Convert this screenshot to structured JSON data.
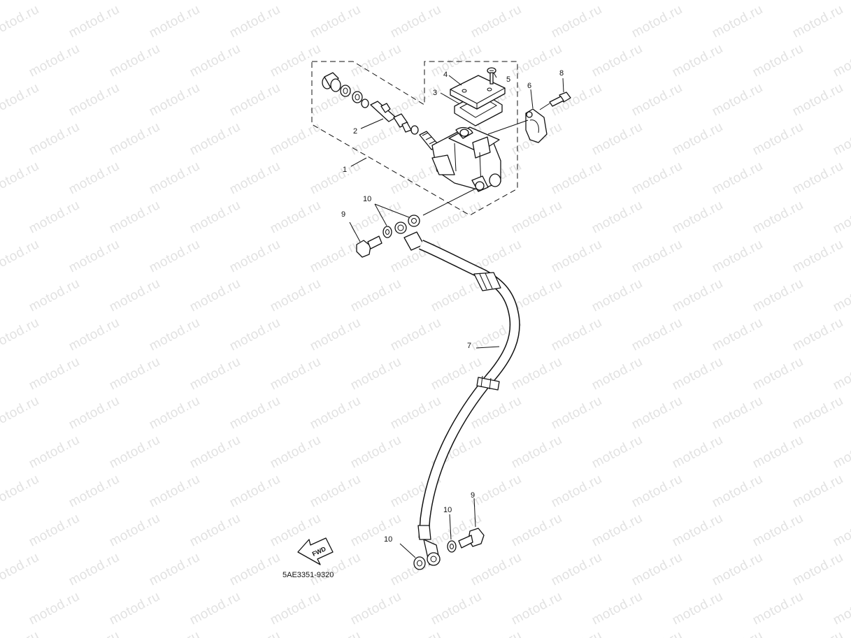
{
  "watermark": "motod.ru",
  "diagram": {
    "callouts": {
      "c1": "1",
      "c2": "2",
      "c3": "3",
      "c4": "4",
      "c5": "5",
      "c6": "6",
      "c7": "7",
      "c8": "8",
      "c9a": "9",
      "c9b": "9",
      "c10a": "10",
      "c10b": "10",
      "c10c": "10"
    },
    "fwd_label": "FWD",
    "drawing_code": "5AE3351-9320"
  },
  "colors": {
    "line": "#111111",
    "watermark": "#e2e2e2",
    "background": "#ffffff"
  }
}
